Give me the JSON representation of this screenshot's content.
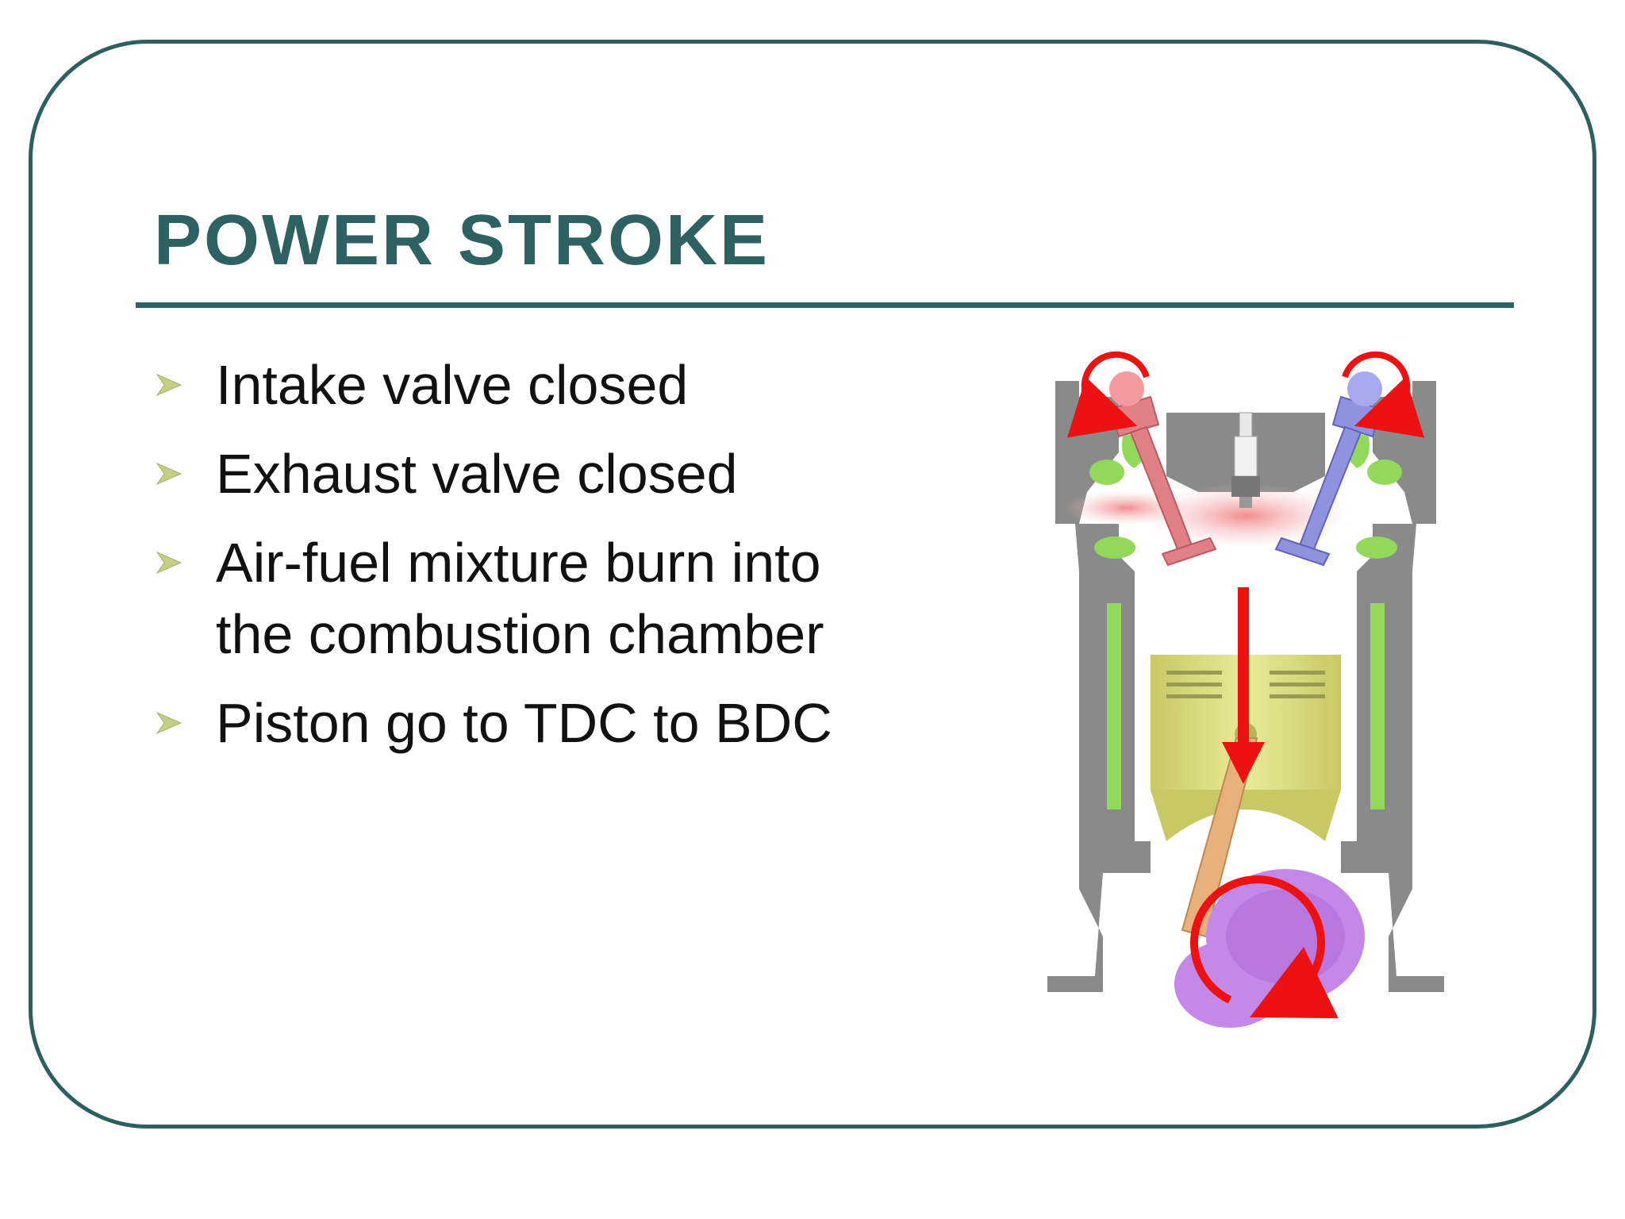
{
  "slide": {
    "title": "POWER STROKE",
    "bullets": [
      "Intake valve closed",
      "Exhaust valve closed",
      "Air-fuel mixture burn into the combustion chamber",
      "Piston go to TDC to BDC"
    ],
    "colors": {
      "title": "#2e6262",
      "frame": "#2e5f5f",
      "bullet_icon": "#c4ce86",
      "arrow": "#ee1111",
      "block": "#8a8a8a",
      "coolant": "#92d85a",
      "piston": "#d8d87a",
      "intake_valve": "#e07f86",
      "exhaust_valve": "#8f92de",
      "crank": "#c489e8"
    },
    "icons": {
      "bullet": "arrowhead-bullet-icon"
    },
    "diagram": {
      "name": "four-stroke-engine-cutaway"
    }
  }
}
